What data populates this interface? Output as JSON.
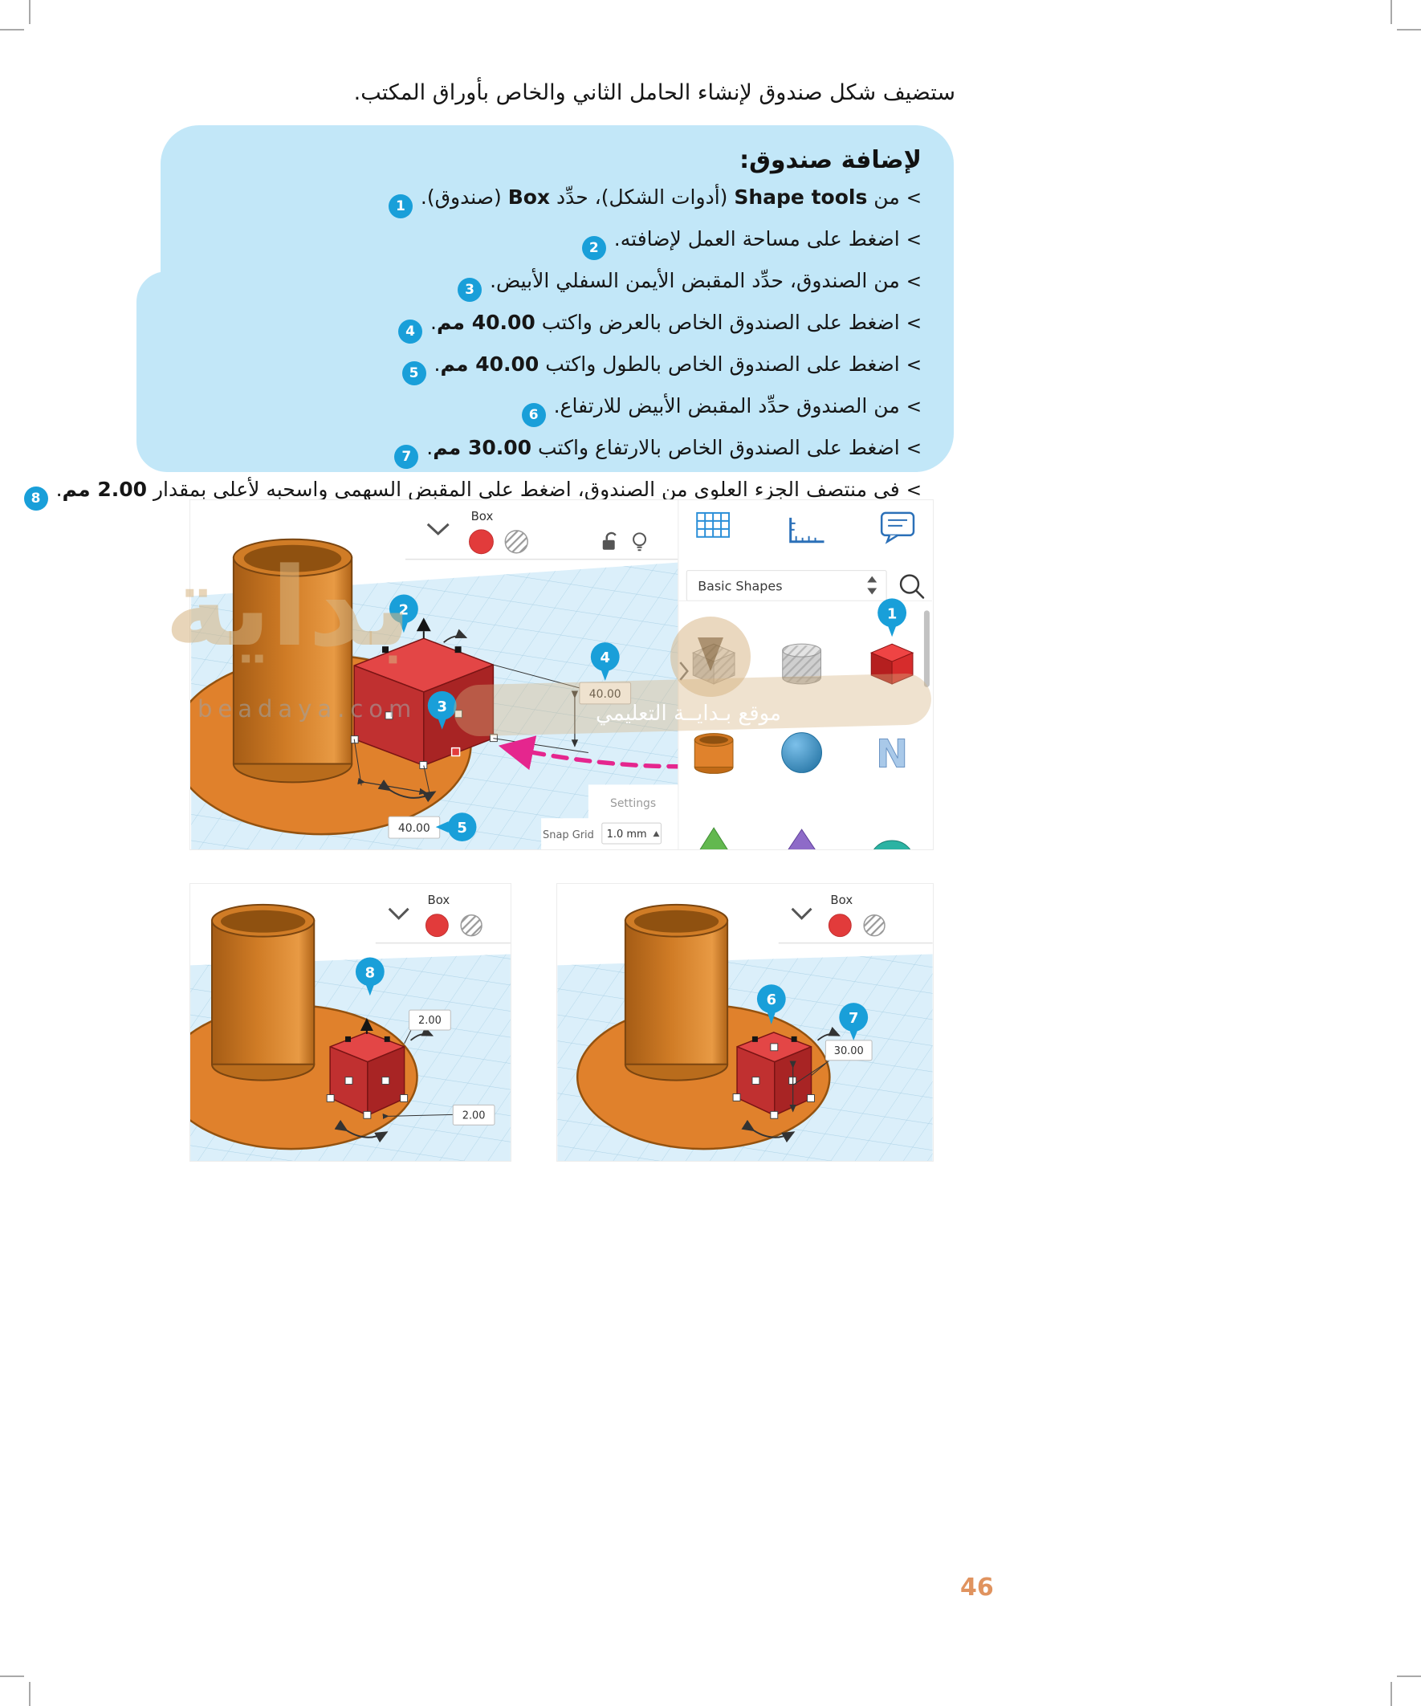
{
  "page": {
    "intro": "ستضيف شكل صندوق لإنشاء الحامل الثاني والخاص بأوراق المكتب.",
    "number": "46",
    "watermark": {
      "logo": "بداية",
      "domain": "beadaya.com",
      "tagline": "موقع بـدايــة التعليمي"
    }
  },
  "colors": {
    "accent_blue": "#199fd9",
    "panel_blue": "#c2e7f8",
    "pink_arrow": "#e5268e",
    "orange": "#e0812c",
    "red": "#d93a3a"
  },
  "instructions": {
    "title": "لإضافة صندوق:",
    "bullet": "<",
    "items": [
      {
        "num": "1",
        "segments": [
          {
            "t": "من "
          },
          {
            "t": "Shape tools",
            "b": true
          },
          {
            "t": " (أدوات الشكل)، حدِّد "
          },
          {
            "t": "Box",
            "b": true
          },
          {
            "t": " (صندوق)."
          }
        ]
      },
      {
        "num": "2",
        "segments": [
          {
            "t": "اضغط على مساحة العمل لإضافته."
          }
        ]
      },
      {
        "num": "3",
        "segments": [
          {
            "t": "من الصندوق، حدِّد المقبض الأيمن السفلي الأبيض."
          }
        ]
      },
      {
        "num": "4",
        "segments": [
          {
            "t": "اضغط على الصندوق الخاص بالعرض واكتب "
          },
          {
            "t": "40.00 مم",
            "b": true
          },
          {
            "t": "."
          }
        ]
      },
      {
        "num": "5",
        "segments": [
          {
            "t": "اضغط على الصندوق الخاص بالطول واكتب "
          },
          {
            "t": "40.00 مم",
            "b": true
          },
          {
            "t": "."
          }
        ]
      },
      {
        "num": "6",
        "segments": [
          {
            "t": "من الصندوق حدِّد المقبض الأبيض للارتفاع."
          }
        ]
      },
      {
        "num": "7",
        "segments": [
          {
            "t": "اضغط على الصندوق الخاص بالارتفاع واكتب "
          },
          {
            "t": "30.00 مم",
            "b": true
          },
          {
            "t": "."
          }
        ]
      },
      {
        "num": "8",
        "segments": [
          {
            "t": "في منتصف الجزء العلوي من الصندوق، اضغط على المقبض السهمي واسحبه لأعلى بمقدار "
          },
          {
            "t": "2.00 مم",
            "b": true
          },
          {
            "t": "."
          }
        ]
      }
    ]
  },
  "shots": {
    "main": {
      "toolbar_label": "Box",
      "callouts": [
        "1",
        "2",
        "3",
        "4",
        "5"
      ],
      "dims": [
        "40.00",
        "40.00"
      ],
      "panel": {
        "category": "Basic Shapes",
        "settings": "Settings",
        "snap_grid": "Snap Grid",
        "snap_value": "1.0 mm",
        "scribble_glyph": "N",
        "icons": [
          "workplane-grid-icon",
          "ruler-icon",
          "notes-icon",
          "sort-icon",
          "search-icon",
          "panel-collapse-icon"
        ],
        "shapes": [
          "box-hole",
          "cylinder-hole",
          "box",
          "cylinder",
          "sphere",
          "scribble",
          "pyramid",
          "pyramid",
          "half-sphere"
        ]
      }
    },
    "left": {
      "toolbar_label": "Box",
      "callout": "8",
      "dims": [
        "2.00",
        "2.00"
      ]
    },
    "right": {
      "toolbar_label": "Box",
      "callouts": [
        "6",
        "7"
      ],
      "dim": "30.00"
    }
  }
}
